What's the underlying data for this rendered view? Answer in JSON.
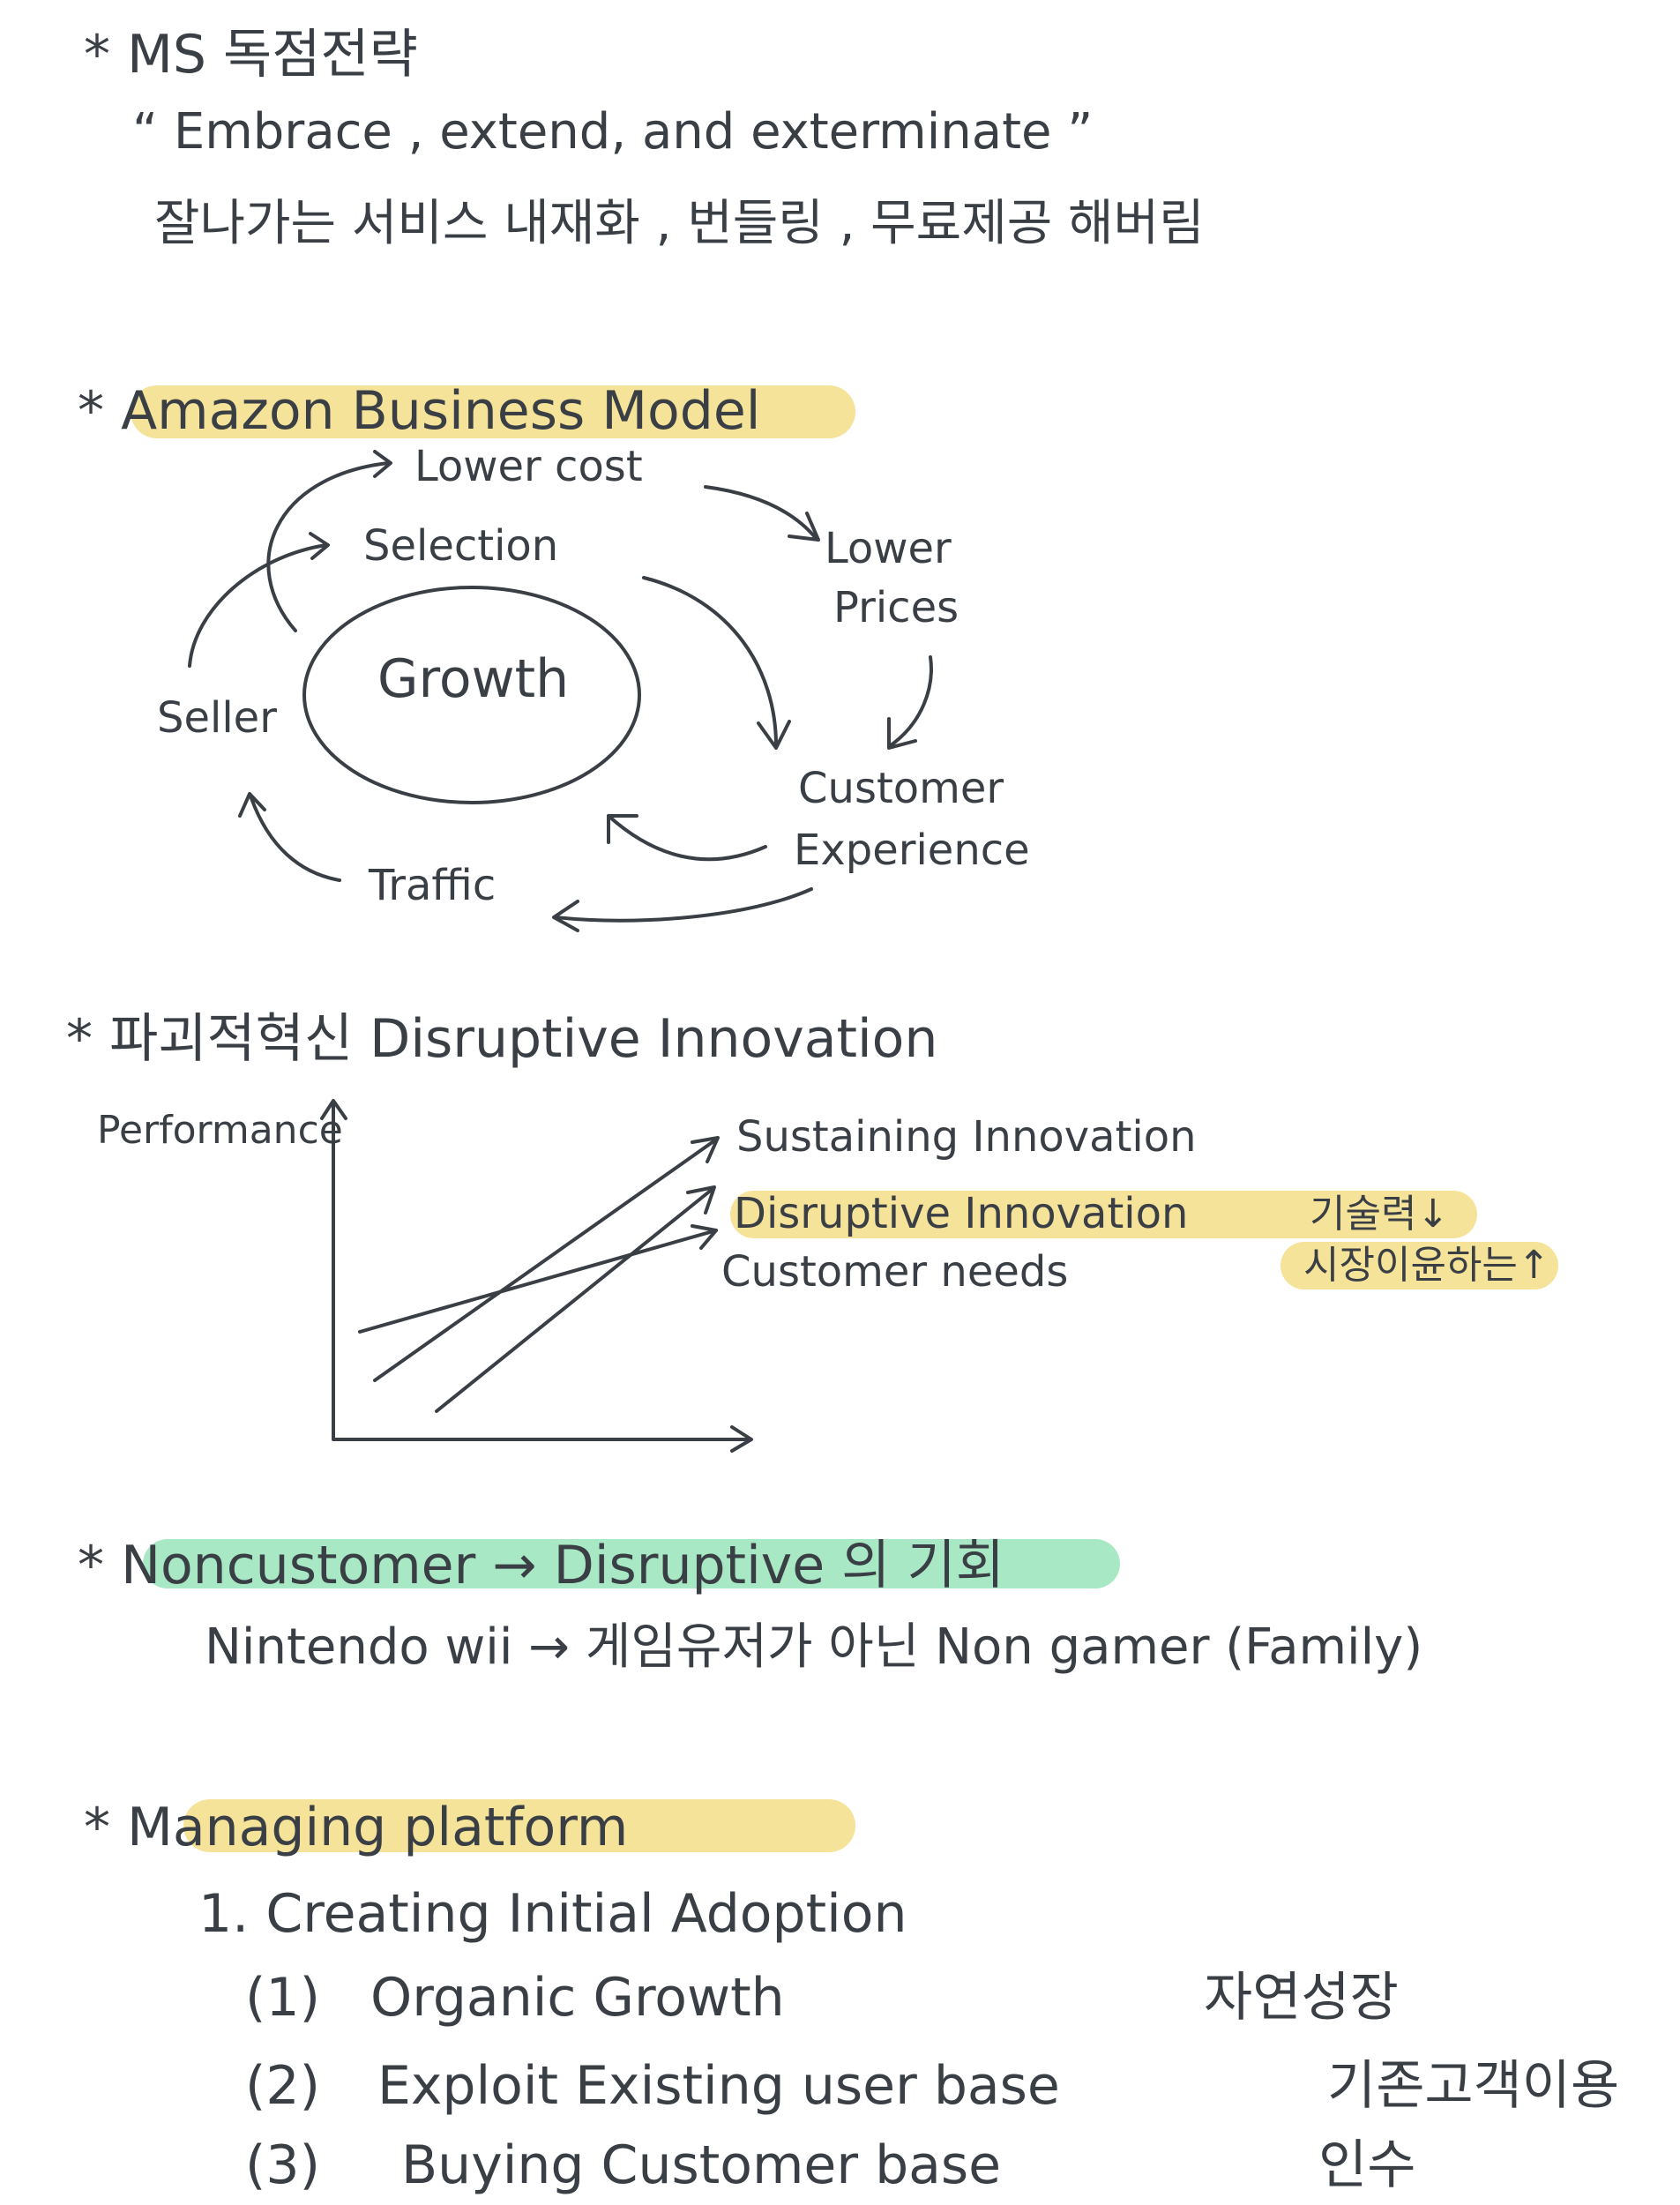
{
  "colors": {
    "ink": "#3a3f45",
    "yellow_highlight": "#f6e39a",
    "green_highlight": "#a8e8c4"
  },
  "ms": {
    "title": "* MS 독점전략",
    "slogan": "“ Embrace , extend, and exterminate ”",
    "note": "잘나가는 서비스 내재화 , 번들링 , 무료제공 해버림"
  },
  "amazon": {
    "title": "* Amazon Business Model",
    "nodes": {
      "lower_cost": "Lower cost",
      "selection": "Selection",
      "lower_prices_1": "Lower",
      "lower_prices_2": "Prices",
      "growth": "Growth",
      "seller": "Seller",
      "customer_experience_1": "Customer",
      "customer_experience_2": "Experience",
      "traffic": "Traffic"
    }
  },
  "disruptive": {
    "title": "* 파괴적혁신 Disruptive Innovation",
    "y_axis_label": "Performance",
    "lines": {
      "sustaining": "Sustaining Innovation",
      "disruptive": "Disruptive Innovation",
      "customer_needs": "Customer needs"
    },
    "note_tech": "기술력↓",
    "note_market": "시장이윤하는↑"
  },
  "noncustomer": {
    "title": "* Noncustomer → Disruptive 의 기회",
    "example": "Nintendo wii → 게임유저가 아닌 Non gamer (Family)"
  },
  "platform": {
    "title": "* Managing platform",
    "heading": "1. Creating Initial Adoption",
    "items": [
      {
        "num": "(1)",
        "label": "Organic Growth",
        "ko": "자연성장"
      },
      {
        "num": "(2)",
        "label": "Exploit Existing user base",
        "ko": "기존고객이용"
      },
      {
        "num": "(3)",
        "label": "Buying Customer base",
        "ko": "인수"
      }
    ]
  }
}
